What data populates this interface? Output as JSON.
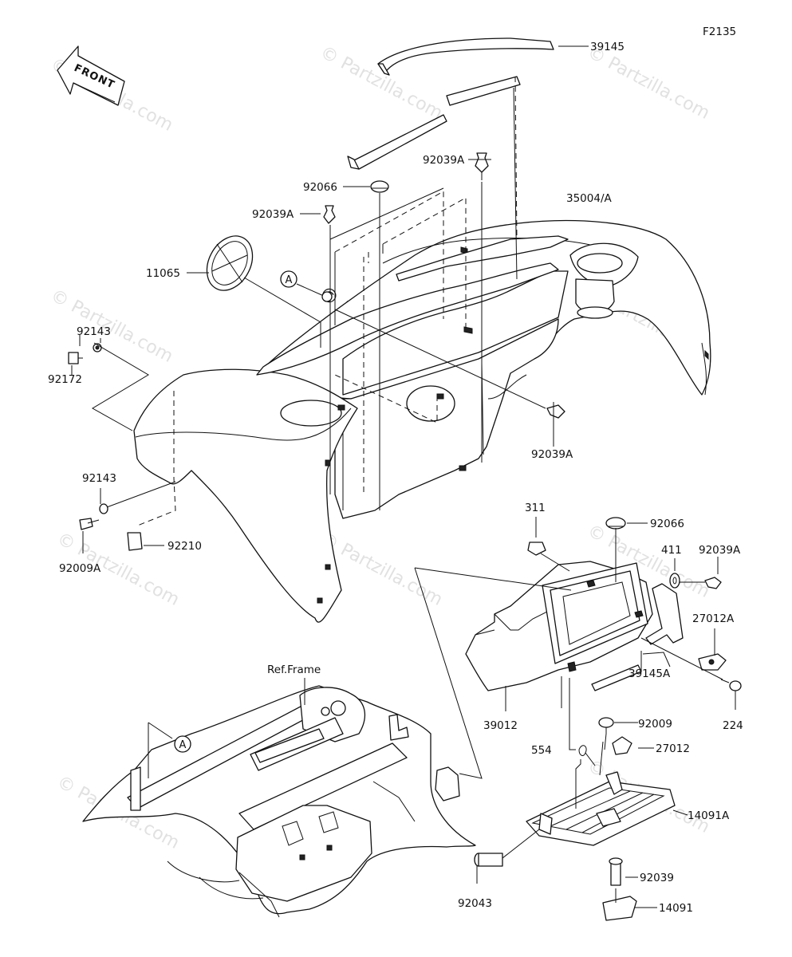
{
  "diagram_id": "F2135",
  "front_marker": "FRONT",
  "ref_frame_label": "Ref.Frame",
  "ref_marker": "A",
  "watermark": "© Partzilla.com",
  "callouts": {
    "p39145": "39145",
    "p92039A_top": "92039A",
    "p92066_top": "92066",
    "p35004A": "35004/A",
    "p92039A_left": "92039A",
    "p11065": "11065",
    "p92143_top": "92143",
    "p92172": "92172",
    "p92039A_mid": "92039A",
    "p92143_mid": "92143",
    "p92009A": "92009A",
    "p92210": "92210",
    "p311": "311",
    "p92066_right": "92066",
    "p411": "411",
    "p92039A_right": "92039A",
    "p27012A": "27012A",
    "p39145A": "39145A",
    "p224": "224",
    "p39012": "39012",
    "p92009": "92009",
    "p554": "554",
    "p27012": "27012",
    "p14091A": "14091A",
    "p92039": "92039",
    "p92043": "92043",
    "p14091": "14091"
  }
}
